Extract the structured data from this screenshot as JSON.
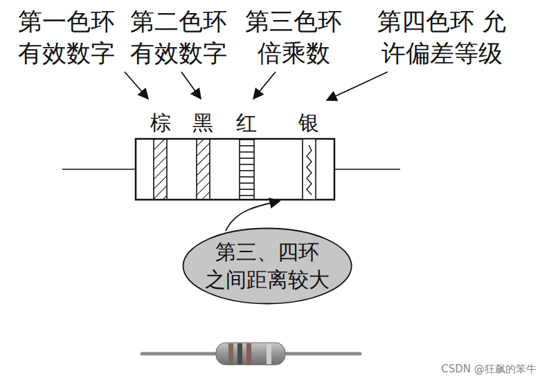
{
  "diagram": {
    "nodes": [
      {
        "text": [
          "第三、四环 之间距离较大"
        ]
      }
    ],
    "labels": [
      "第一色环 有效数字",
      "第二色环 有效数字",
      "第三色环 倍乘数",
      "第四色环 允许偏差等级",
      "棕",
      "黑",
      "红",
      "银",
      "CSDN @狂飙的笨牛"
    ]
  }
}
